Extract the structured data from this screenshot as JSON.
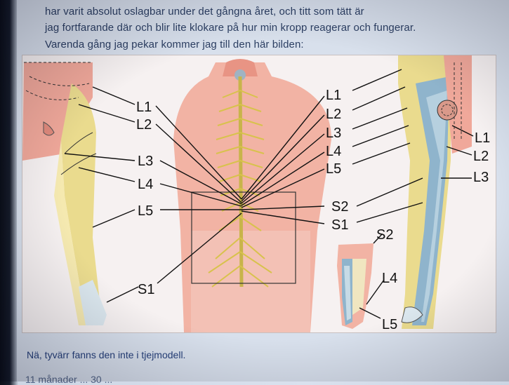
{
  "post": {
    "lines": [
      "har varit absolut oslagbar under det gångna året, och titt som tätt är",
      "jag fortfarande där och blir lite klokare på hur min kropp reagerar och fungerar.",
      "Varenda gång jag pekar kommer jag till den här bilden:"
    ],
    "caption": "Nä, tyvärr fanns den inte i tjejmodell.",
    "next_line": "11 månader ... 30 ..."
  },
  "diagram": {
    "left_labels": [
      "L1",
      "L2",
      "L3",
      "L4",
      "L5",
      "S1"
    ],
    "right_labels": [
      "L1",
      "L2",
      "L3",
      "L4",
      "L5",
      "S2",
      "S1"
    ],
    "far_right_labels": [
      "L1",
      "L2",
      "L3"
    ],
    "foot_labels": [
      "S2",
      "L4",
      "L5"
    ]
  },
  "colors": {
    "skin": "#f0a89a",
    "yellow": "#e8d78a",
    "blue": "#8fb4cc",
    "nerve": "#e0d070",
    "text_link": "#2c3f63"
  }
}
